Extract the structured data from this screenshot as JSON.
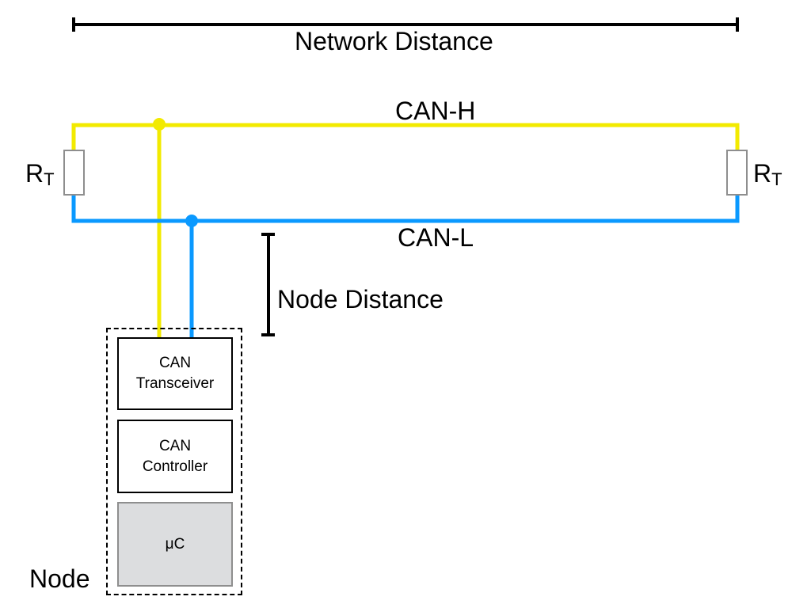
{
  "diagram": {
    "network_distance_label": "Network Distance",
    "can_h_label": "CAN-H",
    "can_l_label": "CAN-L",
    "node_distance_label": "Node Distance",
    "terminator_left": {
      "main": "R",
      "sub": "T"
    },
    "terminator_right": {
      "main": "R",
      "sub": "T"
    },
    "node_label": "Node",
    "blocks": [
      {
        "line1": "CAN",
        "line2": "Transceiver"
      },
      {
        "line1": "CAN",
        "line2": "Controller"
      },
      {
        "line1": "μC"
      }
    ],
    "colors": {
      "can_h": "#f2ea00",
      "can_l": "#0a99ff",
      "resistor_border": "#8e8e8e",
      "mcu_fill": "#dcdddf"
    }
  }
}
